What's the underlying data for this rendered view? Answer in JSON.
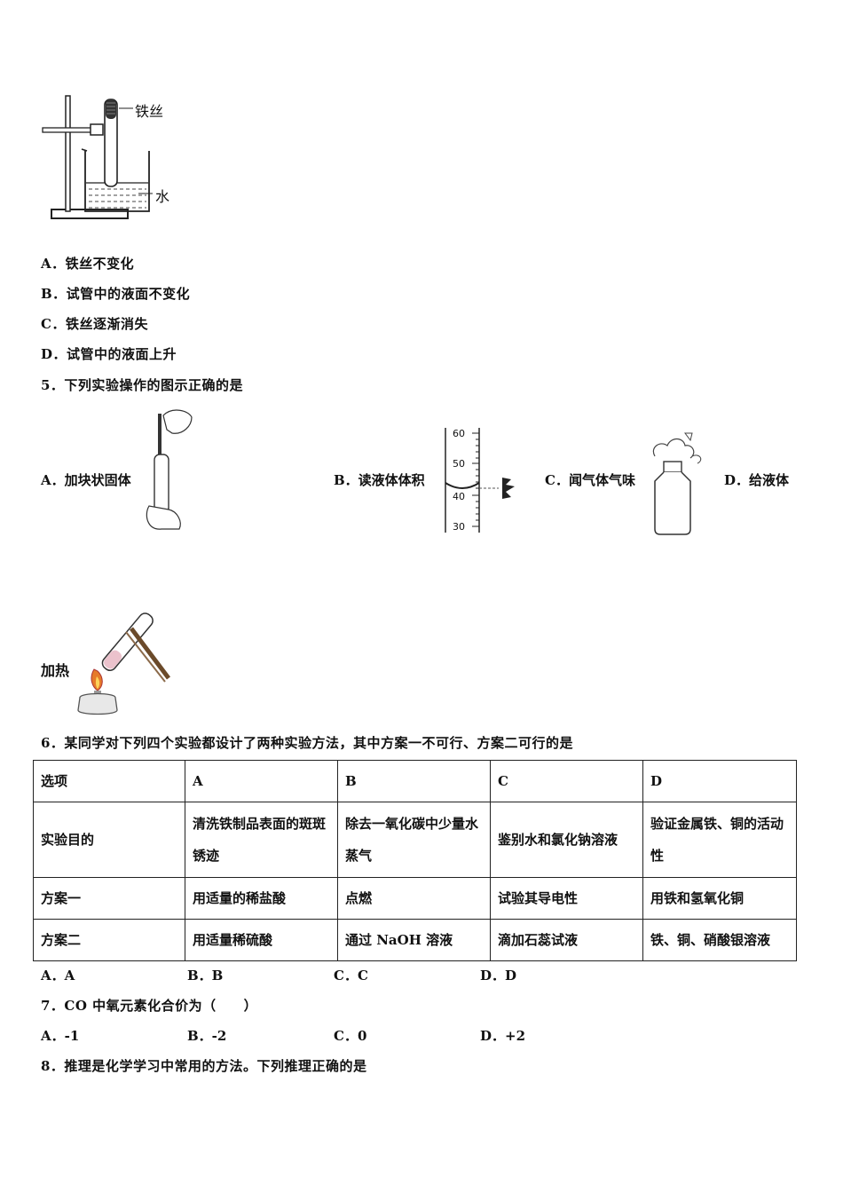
{
  "q4_figure": {
    "label_wire": "铁丝",
    "label_water": "水"
  },
  "q4_options": [
    "A．铁丝不变化",
    "B．试管中的液面不变化",
    "C．铁丝逐渐消失",
    "D．试管中的液面上升"
  ],
  "q5": {
    "stem": "5．下列实验操作的图示正确的是",
    "options": [
      "A．加块状固体",
      "B．读液体体积",
      "C．闻气体气味",
      "D．给液体"
    ],
    "option_d_cont": "加热",
    "cylinder_ticks": [
      "60",
      "50",
      "40",
      "30"
    ]
  },
  "q6": {
    "stem": "6．某同学对下列四个实验都设计了两种实验方法，其中方案一不可行、方案二可行的是",
    "table": {
      "header": [
        "选项",
        "A",
        "B",
        "C",
        "D"
      ],
      "rows": [
        [
          "实验目的",
          "清洗铁制品表面的斑斑锈迹",
          "除去一氧化碳中少量水蒸气",
          "鉴别水和氯化钠溶液",
          "验证金属铁、铜的活动性"
        ],
        [
          "方案一",
          "用适量的稀盐酸",
          "点燃",
          "试验其导电性",
          "用铁和氢氧化铜"
        ],
        [
          "方案二",
          "用适量稀硫酸",
          "通过 NaOH 溶液",
          "滴加石蕊试液",
          "铁、铜、硝酸银溶液"
        ]
      ]
    },
    "options": [
      "A．A",
      "B．B",
      "C．C",
      "D．D"
    ]
  },
  "q7": {
    "stem": "7．CO 中氧元素化合价为（　　）",
    "options": [
      "A．-1",
      "B．-2",
      "C．0",
      "D．+2"
    ]
  },
  "q8": {
    "stem": "8．推理是化学学习中常用的方法。下列推理正确的是"
  }
}
